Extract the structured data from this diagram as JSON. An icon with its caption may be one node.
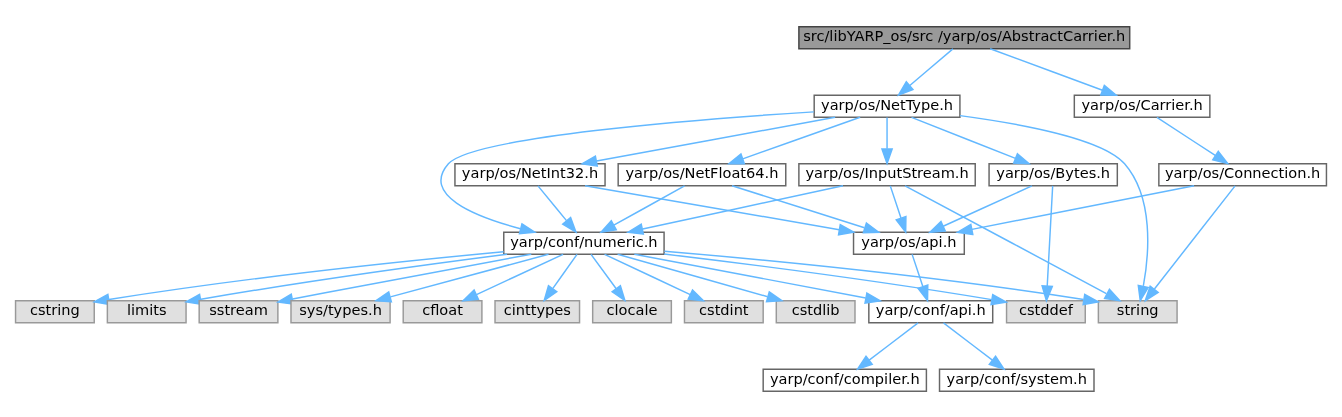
{
  "diagram": {
    "nodes": [
      {
        "text": [
          "src/libYARP_os/src /yarp/os/AbstractCarrier.h"
        ]
      },
      {
        "text": [
          "yarp/os/NetType.h"
        ]
      },
      {
        "text": [
          "yarp/os/Carrier.h"
        ]
      },
      {
        "text": [
          "yarp/os/NetInt32.h"
        ]
      },
      {
        "text": [
          "yarp/os/NetFloat64.h"
        ]
      },
      {
        "text": [
          "yarp/os/InputStream.h"
        ]
      },
      {
        "text": [
          "yarp/os/Bytes.h"
        ]
      },
      {
        "text": [
          "yarp/os/Connection.h"
        ]
      },
      {
        "text": [
          "yarp/conf/numeric.h"
        ]
      },
      {
        "text": [
          "yarp/os/api.h"
        ]
      },
      {
        "text": [
          "cstring"
        ]
      },
      {
        "text": [
          "limits"
        ]
      },
      {
        "text": [
          "sstream"
        ]
      },
      {
        "text": [
          "sys/types.h"
        ]
      },
      {
        "text": [
          "cfloat"
        ]
      },
      {
        "text": [
          "cinttypes"
        ]
      },
      {
        "text": [
          "clocale"
        ]
      },
      {
        "text": [
          "cstdint"
        ]
      },
      {
        "text": [
          "cstdlib"
        ]
      },
      {
        "text": [
          "yarp/conf/api.h"
        ]
      },
      {
        "text": [
          "cstddef"
        ]
      },
      {
        "text": [
          "string"
        ]
      },
      {
        "text": [
          "yarp/conf/compiler.h"
        ]
      },
      {
        "text": [
          "yarp/conf/system.h"
        ]
      }
    ],
    "edges": [
      {
        "from": 0,
        "to": 1,
        "arrow": "to"
      },
      {
        "from": 0,
        "to": 2,
        "arrow": "to"
      },
      {
        "from": 1,
        "to": 8,
        "arrow": "to"
      },
      {
        "from": 1,
        "to": 3,
        "arrow": "to"
      },
      {
        "from": 1,
        "to": 4,
        "arrow": "to"
      },
      {
        "from": 1,
        "to": 5,
        "arrow": "to"
      },
      {
        "from": 1,
        "to": 6,
        "arrow": "to"
      },
      {
        "from": 1,
        "to": 21,
        "arrow": "to"
      },
      {
        "from": 2,
        "to": 7,
        "arrow": "to"
      },
      {
        "from": 3,
        "to": 8,
        "arrow": "to"
      },
      {
        "from": 3,
        "to": 9,
        "arrow": "to"
      },
      {
        "from": 4,
        "to": 8,
        "arrow": "to"
      },
      {
        "from": 4,
        "to": 9,
        "arrow": "to"
      },
      {
        "from": 5,
        "to": 8,
        "arrow": "to"
      },
      {
        "from": 5,
        "to": 9,
        "arrow": "to"
      },
      {
        "from": 5,
        "to": 21,
        "arrow": "to"
      },
      {
        "from": 6,
        "to": 9,
        "arrow": "to"
      },
      {
        "from": 6,
        "to": 20,
        "arrow": "to"
      },
      {
        "from": 7,
        "to": 9,
        "arrow": "to"
      },
      {
        "from": 7,
        "to": 21,
        "arrow": "to"
      },
      {
        "from": 8,
        "to": 10,
        "arrow": "to"
      },
      {
        "from": 8,
        "to": 11,
        "arrow": "to"
      },
      {
        "from": 8,
        "to": 12,
        "arrow": "to"
      },
      {
        "from": 8,
        "to": 13,
        "arrow": "to"
      },
      {
        "from": 8,
        "to": 14,
        "arrow": "to"
      },
      {
        "from": 8,
        "to": 15,
        "arrow": "to"
      },
      {
        "from": 8,
        "to": 16,
        "arrow": "to"
      },
      {
        "from": 8,
        "to": 17,
        "arrow": "to"
      },
      {
        "from": 8,
        "to": 18,
        "arrow": "to"
      },
      {
        "from": 8,
        "to": 19,
        "arrow": "to"
      },
      {
        "from": 8,
        "to": 20,
        "arrow": "to"
      },
      {
        "from": 8,
        "to": 21,
        "arrow": "to"
      },
      {
        "from": 9,
        "to": 19,
        "arrow": "to"
      },
      {
        "from": 19,
        "to": 22,
        "arrow": "to"
      },
      {
        "from": 19,
        "to": 23,
        "arrow": "to"
      }
    ]
  }
}
